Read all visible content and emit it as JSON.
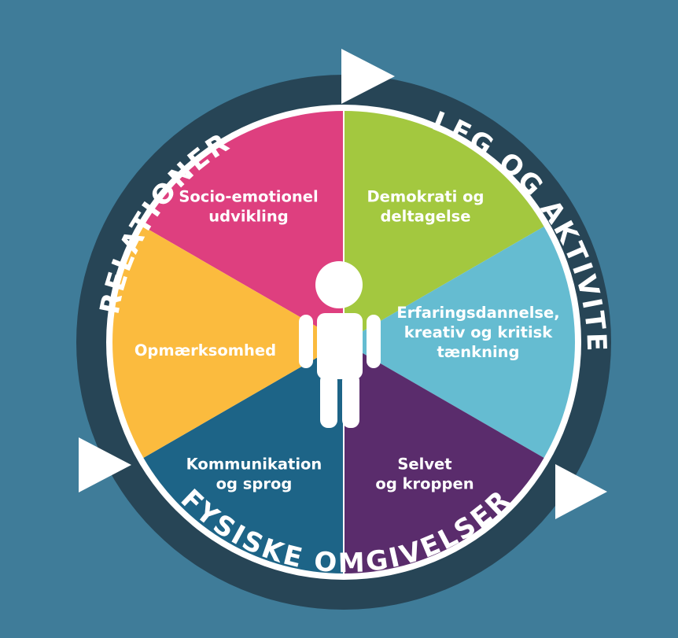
{
  "colors": {
    "background": "#3f7c99",
    "ring": "#274556",
    "divider": "#ffffff"
  },
  "ring_labels": {
    "relations": "RELATIONER",
    "play": "LEG OG AKTIVITET",
    "physical": "FYSISKE OMGIVELSER"
  },
  "center_icon": "child-figure-icon",
  "arrow_icon": "play-triangle-icon",
  "segments": [
    {
      "id": "socio",
      "color": "#de3f7f",
      "lines": [
        "Socio-emotionel",
        "udvikling"
      ]
    },
    {
      "id": "demokrati",
      "color": "#a3c83f",
      "lines": [
        "Demokrati og",
        "deltagelse"
      ]
    },
    {
      "id": "erfaring",
      "color": "#65bcd1",
      "lines": [
        "Erfaringsdannelse,",
        "kreativ og kritisk",
        "tænkning"
      ]
    },
    {
      "id": "selvet",
      "color": "#5a2c6c",
      "lines": [
        "Selvet",
        "og kroppen"
      ]
    },
    {
      "id": "kommunikation",
      "color": "#1d6487",
      "lines": [
        "Kommunikation",
        "og sprog"
      ]
    },
    {
      "id": "opmaerksomhed",
      "color": "#fbbb3e",
      "lines": [
        "Opmærksomhed"
      ]
    }
  ]
}
